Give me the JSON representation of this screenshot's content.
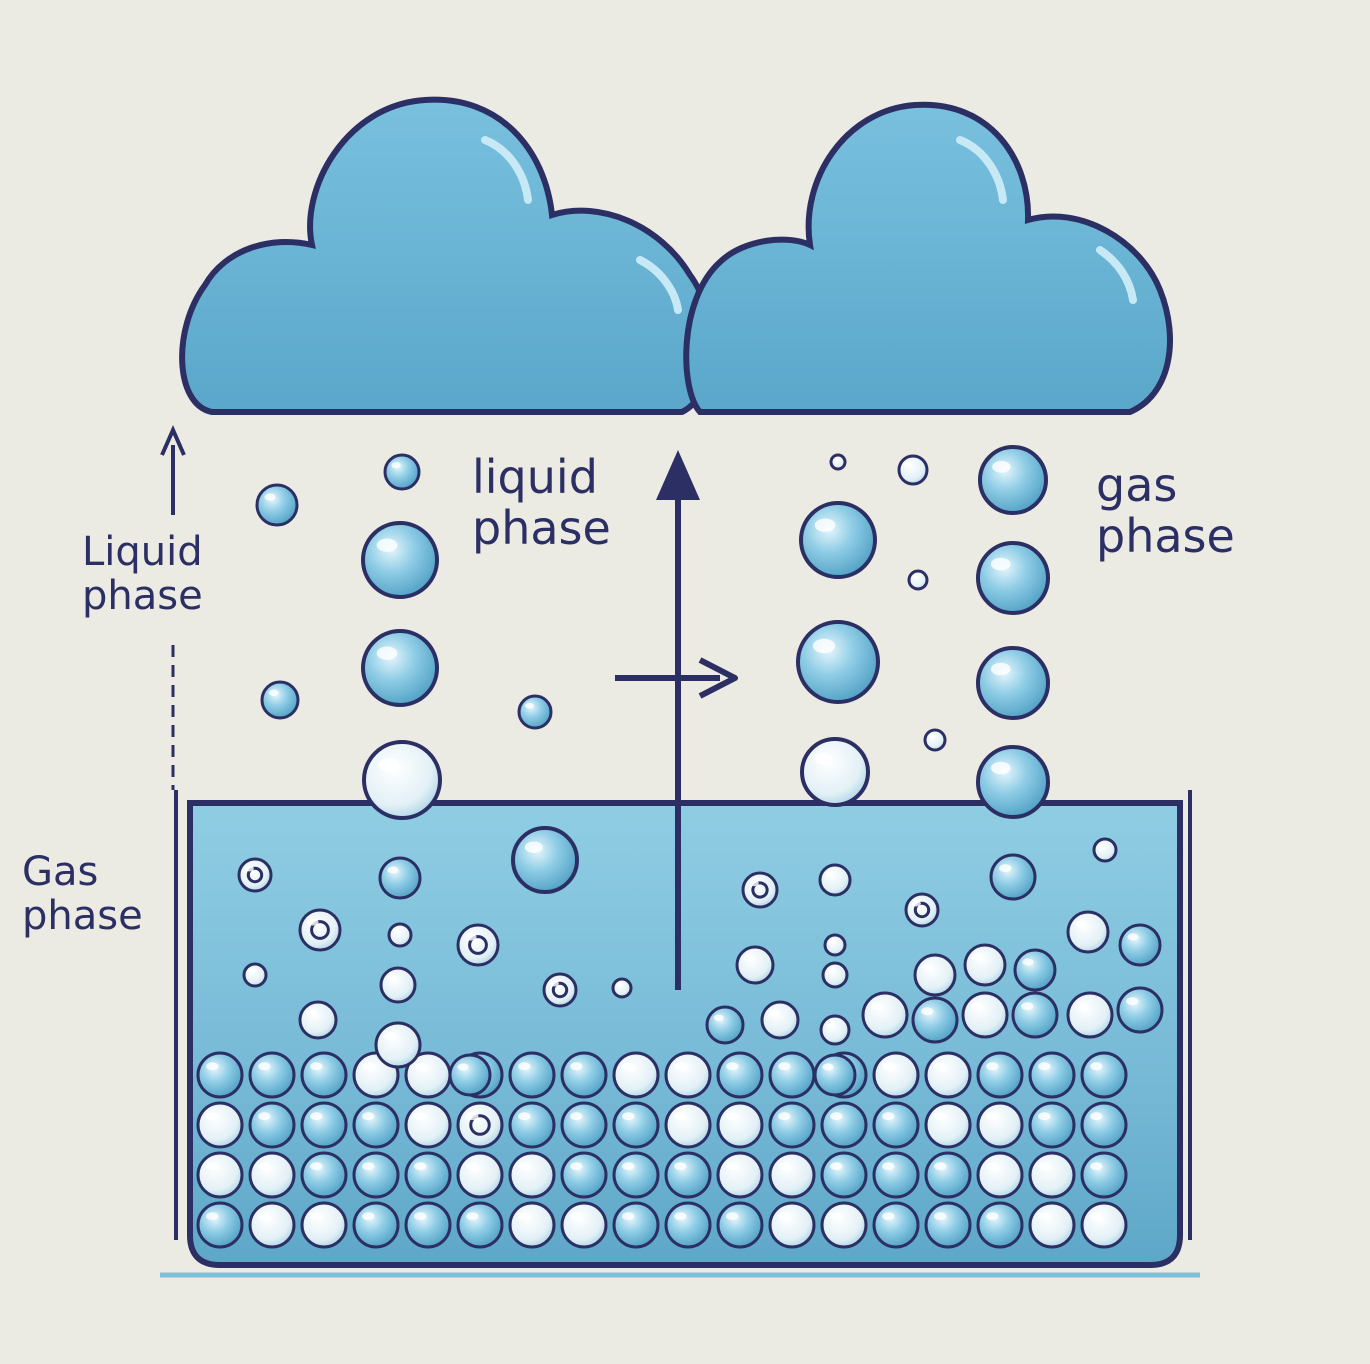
{
  "labels": {
    "left_liquid": {
      "line1": "Liquid",
      "line2": "phase"
    },
    "left_gas": {
      "line1": "Gas",
      "line2": "phase"
    },
    "center_liquid": {
      "line1": "liquid",
      "line2": "phase"
    },
    "right_gas": {
      "line1": "gas",
      "line2": "phase"
    }
  },
  "colors": {
    "background": "#ecebe3",
    "cloud": "#6ab3d3",
    "outline": "#2b2f63",
    "liquid": "#7cc1dc",
    "bubble": "#7fc4e0"
  },
  "icons": [
    "cloud-icon",
    "arrow-up-icon",
    "arrow-right-icon",
    "bubble-icon",
    "container-icon"
  ]
}
